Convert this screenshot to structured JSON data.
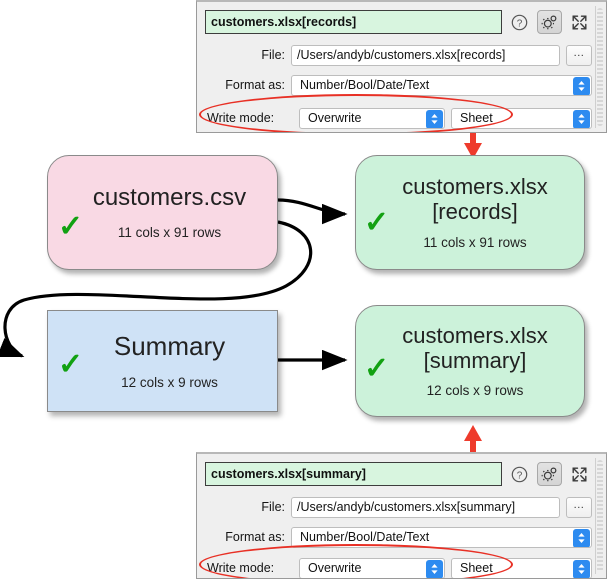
{
  "graph": {
    "nodes": [
      {
        "id": "customers-csv",
        "title": "customers.csv",
        "subtitle": "11 cols x 91 rows",
        "status_icon": "check-icon",
        "color": "#f9d9e4",
        "shape": "rounded"
      },
      {
        "id": "customers-xlsx-records",
        "title": "customers.xlsx\n[records]",
        "subtitle": "11 cols x 91 rows",
        "status_icon": "check-icon",
        "color": "#ccf2da",
        "shape": "rounded"
      },
      {
        "id": "summary",
        "title": "Summary",
        "subtitle": "12 cols x 9 rows",
        "status_icon": "check-icon",
        "color": "#cfe2f6",
        "shape": "square"
      },
      {
        "id": "customers-xlsx-summary",
        "title": "customers.xlsx\n[summary]",
        "subtitle": "12 cols x 9 rows",
        "status_icon": "check-icon",
        "color": "#ccf2da",
        "shape": "rounded"
      }
    ],
    "edge_color": "#000000",
    "callout_arrow_color": "#ee3b2c"
  },
  "panel_top": {
    "title": "customers.xlsx[records]",
    "help_icon": "question-circle-icon",
    "settings_icon": "gear-icon",
    "expand_icon": "expand-arrows-icon",
    "file_label": "File:",
    "file_value": "/Users/andyb/customers.xlsx[records]",
    "browse_label": "...",
    "format_label": "Format as:",
    "format_value": "Number/Bool/Date/Text",
    "write_mode_label": "Write mode:",
    "write_mode_value": "Overwrite",
    "sheet_value": "Sheet"
  },
  "panel_bottom": {
    "title": "customers.xlsx[summary]",
    "help_icon": "question-circle-icon",
    "settings_icon": "gear-icon",
    "expand_icon": "expand-arrows-icon",
    "file_label": "File:",
    "file_value": "/Users/andyb/customers.xlsx[summary]",
    "browse_label": "...",
    "format_label": "Format as:",
    "format_value": "Number/Bool/Date/Text",
    "write_mode_label": "Write mode:",
    "write_mode_value": "Overwrite",
    "sheet_value": "Sheet"
  },
  "annotations": {
    "highlight_color": "#e83025"
  }
}
